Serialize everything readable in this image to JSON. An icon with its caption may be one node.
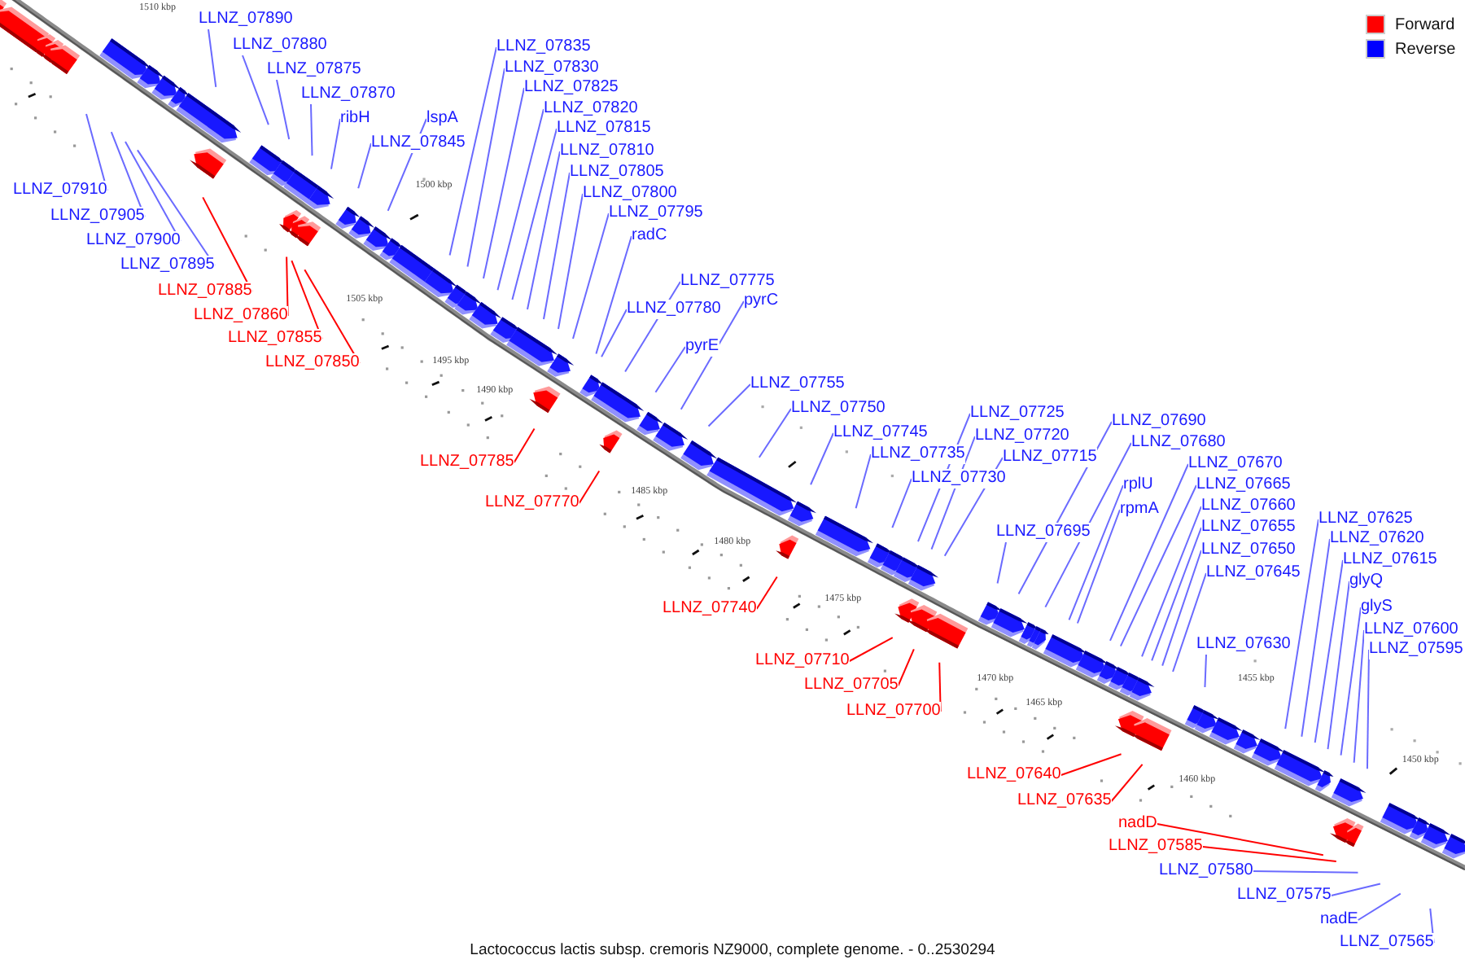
{
  "diagram": {
    "caption": "Lactococcus lactis subsp. cremoris NZ9000, complete genome. - 0..2530294",
    "nodes": [
      {
        "text": [
          "LLNZ_07890"
        ]
      },
      {
        "text": [
          "LLNZ_07880"
        ]
      },
      {
        "text": [
          "LLNZ_07875"
        ]
      },
      {
        "text": [
          "LLNZ_07870"
        ]
      },
      {
        "text": [
          "ribH"
        ]
      },
      {
        "text": [
          "lspA"
        ]
      },
      {
        "text": [
          "LLNZ_07845"
        ]
      },
      {
        "text": [
          "LLNZ_07835"
        ]
      },
      {
        "text": [
          "LLNZ_07830"
        ]
      },
      {
        "text": [
          "LLNZ_07825"
        ]
      },
      {
        "text": [
          "LLNZ_07820"
        ]
      },
      {
        "text": [
          "LLNZ_07815"
        ]
      },
      {
        "text": [
          "LLNZ_07810"
        ]
      },
      {
        "text": [
          "LLNZ_07805"
        ]
      },
      {
        "text": [
          "LLNZ_07800"
        ]
      },
      {
        "text": [
          "LLNZ_07795"
        ]
      },
      {
        "text": [
          "radC"
        ]
      },
      {
        "text": [
          "LLNZ_07910"
        ]
      },
      {
        "text": [
          "LLNZ_07905"
        ]
      },
      {
        "text": [
          "LLNZ_07900"
        ]
      },
      {
        "text": [
          "LLNZ_07895"
        ]
      },
      {
        "text": [
          "LLNZ_07885"
        ]
      },
      {
        "text": [
          "LLNZ_07860"
        ]
      },
      {
        "text": [
          "LLNZ_07855"
        ]
      },
      {
        "text": [
          "LLNZ_07850"
        ]
      },
      {
        "text": [
          "LLNZ_07775"
        ]
      },
      {
        "text": [
          "LLNZ_07780"
        ]
      },
      {
        "text": [
          "pyrC"
        ]
      },
      {
        "text": [
          "pyrE"
        ]
      },
      {
        "text": [
          "LLNZ_07755"
        ]
      },
      {
        "text": [
          "LLNZ_07750"
        ]
      },
      {
        "text": [
          "LLNZ_07745"
        ]
      },
      {
        "text": [
          "LLNZ_07725"
        ]
      },
      {
        "text": [
          "LLNZ_07720"
        ]
      },
      {
        "text": [
          "LLNZ_07735"
        ]
      },
      {
        "text": [
          "LLNZ_07715"
        ]
      },
      {
        "text": [
          "LLNZ_07730"
        ]
      },
      {
        "text": [
          "LLNZ_07690"
        ]
      },
      {
        "text": [
          "LLNZ_07680"
        ]
      },
      {
        "text": [
          "LLNZ_07785"
        ]
      },
      {
        "text": [
          "LLNZ_07670"
        ]
      },
      {
        "text": [
          "rplU"
        ]
      },
      {
        "text": [
          "LLNZ_07665"
        ]
      },
      {
        "text": [
          "LLNZ_07770"
        ]
      },
      {
        "text": [
          "rpmA"
        ]
      },
      {
        "text": [
          "LLNZ_07660"
        ]
      },
      {
        "text": [
          "LLNZ_07625"
        ]
      },
      {
        "text": [
          "LLNZ_07695"
        ]
      },
      {
        "text": [
          "LLNZ_07655"
        ]
      },
      {
        "text": [
          "LLNZ_07620"
        ]
      },
      {
        "text": [
          "LLNZ_07650"
        ]
      },
      {
        "text": [
          "LLNZ_07615"
        ]
      },
      {
        "text": [
          "LLNZ_07645"
        ]
      },
      {
        "text": [
          "glyQ"
        ]
      },
      {
        "text": [
          "glyS"
        ]
      },
      {
        "text": [
          "LLNZ_07740"
        ]
      },
      {
        "text": [
          "LLNZ_07600"
        ]
      },
      {
        "text": [
          "LLNZ_07630"
        ]
      },
      {
        "text": [
          "LLNZ_07595"
        ]
      },
      {
        "text": [
          "LLNZ_07710"
        ]
      },
      {
        "text": [
          "LLNZ_07705"
        ]
      },
      {
        "text": [
          "LLNZ_07700"
        ]
      },
      {
        "text": [
          "LLNZ_07640"
        ]
      },
      {
        "text": [
          "LLNZ_07635"
        ]
      },
      {
        "text": [
          "nadD"
        ]
      },
      {
        "text": [
          "LLNZ_07585"
        ]
      },
      {
        "text": [
          "LLNZ_07580"
        ]
      },
      {
        "text": [
          "LLNZ_07575"
        ]
      },
      {
        "text": [
          "nadE"
        ]
      },
      {
        "text": [
          "LLNZ_07565"
        ]
      }
    ],
    "edges": [
      {
        "from": 0,
        "to": null,
        "arrow": "none"
      },
      {
        "from": 1,
        "to": null,
        "arrow": "none"
      },
      {
        "from": 2,
        "to": null,
        "arrow": "none"
      },
      {
        "from": 3,
        "to": null,
        "arrow": "none"
      },
      {
        "from": 4,
        "to": null,
        "arrow": "none"
      },
      {
        "from": 5,
        "to": null,
        "arrow": "none"
      },
      {
        "from": 6,
        "to": null,
        "arrow": "none"
      },
      {
        "from": 7,
        "to": null,
        "arrow": "none"
      },
      {
        "from": 8,
        "to": null,
        "arrow": "none"
      },
      {
        "from": 9,
        "to": null,
        "arrow": "none"
      },
      {
        "from": 10,
        "to": null,
        "arrow": "none"
      },
      {
        "from": 11,
        "to": null,
        "arrow": "none"
      },
      {
        "from": 12,
        "to": null,
        "arrow": "none"
      },
      {
        "from": 13,
        "to": null,
        "arrow": "none"
      },
      {
        "from": 14,
        "to": null,
        "arrow": "none"
      },
      {
        "from": 15,
        "to": null,
        "arrow": "none"
      },
      {
        "from": 16,
        "to": null,
        "arrow": "none"
      },
      {
        "from": 17,
        "to": null,
        "arrow": "none"
      },
      {
        "from": 18,
        "to": null,
        "arrow": "none"
      },
      {
        "from": 19,
        "to": null,
        "arrow": "none"
      },
      {
        "from": 20,
        "to": null,
        "arrow": "none"
      },
      {
        "from": 21,
        "to": null,
        "arrow": "none",
        "color": "#ff0000"
      },
      {
        "from": 22,
        "to": null,
        "arrow": "none",
        "color": "#ff0000"
      },
      {
        "from": 23,
        "to": null,
        "arrow": "none",
        "color": "#ff0000"
      },
      {
        "from": 24,
        "to": null,
        "arrow": "none",
        "color": "#ff0000"
      },
      {
        "from": 25,
        "to": null,
        "arrow": "none"
      },
      {
        "from": 26,
        "to": null,
        "arrow": "none"
      },
      {
        "from": 27,
        "to": null,
        "arrow": "none"
      },
      {
        "from": 28,
        "to": null,
        "arrow": "none"
      },
      {
        "from": 29,
        "to": null,
        "arrow": "none"
      },
      {
        "from": 30,
        "to": null,
        "arrow": "none"
      },
      {
        "from": 31,
        "to": null,
        "arrow": "none"
      },
      {
        "from": 32,
        "to": null,
        "arrow": "none"
      },
      {
        "from": 33,
        "to": null,
        "arrow": "none"
      },
      {
        "from": 34,
        "to": null,
        "arrow": "none"
      },
      {
        "from": 35,
        "to": null,
        "arrow": "none"
      },
      {
        "from": 36,
        "to": null,
        "arrow": "none"
      },
      {
        "from": 37,
        "to": null,
        "arrow": "none"
      },
      {
        "from": 38,
        "to": null,
        "arrow": "none"
      },
      {
        "from": 39,
        "to": null,
        "arrow": "none",
        "color": "#ff0000"
      },
      {
        "from": 40,
        "to": null,
        "arrow": "none"
      },
      {
        "from": 41,
        "to": null,
        "arrow": "none"
      },
      {
        "from": 42,
        "to": null,
        "arrow": "none"
      },
      {
        "from": 43,
        "to": null,
        "arrow": "none",
        "color": "#ff0000"
      },
      {
        "from": 44,
        "to": null,
        "arrow": "none"
      },
      {
        "from": 45,
        "to": null,
        "arrow": "none"
      },
      {
        "from": 46,
        "to": null,
        "arrow": "none"
      },
      {
        "from": 47,
        "to": null,
        "arrow": "none"
      },
      {
        "from": 48,
        "to": null,
        "arrow": "none"
      },
      {
        "from": 49,
        "to": null,
        "arrow": "none"
      },
      {
        "from": 50,
        "to": null,
        "arrow": "none"
      },
      {
        "from": 51,
        "to": null,
        "arrow": "none"
      },
      {
        "from": 52,
        "to": null,
        "arrow": "none"
      },
      {
        "from": 53,
        "to": null,
        "arrow": "none"
      },
      {
        "from": 54,
        "to": null,
        "arrow": "none"
      },
      {
        "from": 55,
        "to": null,
        "arrow": "none",
        "color": "#ff0000"
      },
      {
        "from": 56,
        "to": null,
        "arrow": "none"
      },
      {
        "from": 57,
        "to": null,
        "arrow": "none"
      },
      {
        "from": 58,
        "to": null,
        "arrow": "none"
      },
      {
        "from": 59,
        "to": null,
        "arrow": "none",
        "color": "#ff0000"
      },
      {
        "from": 60,
        "to": null,
        "arrow": "none",
        "color": "#ff0000"
      },
      {
        "from": 61,
        "to": null,
        "arrow": "none",
        "color": "#ff0000"
      },
      {
        "from": 62,
        "to": null,
        "arrow": "none",
        "color": "#ff0000"
      },
      {
        "from": 63,
        "to": null,
        "arrow": "none",
        "color": "#ff0000"
      },
      {
        "from": 64,
        "to": null,
        "arrow": "none",
        "color": "#ff0000"
      },
      {
        "from": 65,
        "to": null,
        "arrow": "none",
        "color": "#ff0000"
      },
      {
        "from": 66,
        "to": null,
        "arrow": "none"
      },
      {
        "from": 67,
        "to": null,
        "arrow": "none"
      },
      {
        "from": 68,
        "to": null,
        "arrow": "none"
      },
      {
        "from": 69,
        "to": null,
        "arrow": "none"
      }
    ],
    "labels": [
      "1510 kbp",
      "1505 kbp",
      "1500 kbp",
      "1495 kbp",
      "1490 kbp",
      "1485 kbp",
      "1480 kbp",
      "1475 kbp",
      "1470 kbp",
      "1465 kbp",
      "1460 kbp",
      "1455 kbp",
      "1450 kbp"
    ],
    "legend": [
      {
        "text": "Forward",
        "color": "#ff0000"
      },
      {
        "text": "Reverse",
        "color": "#0000ff"
      }
    ]
  }
}
